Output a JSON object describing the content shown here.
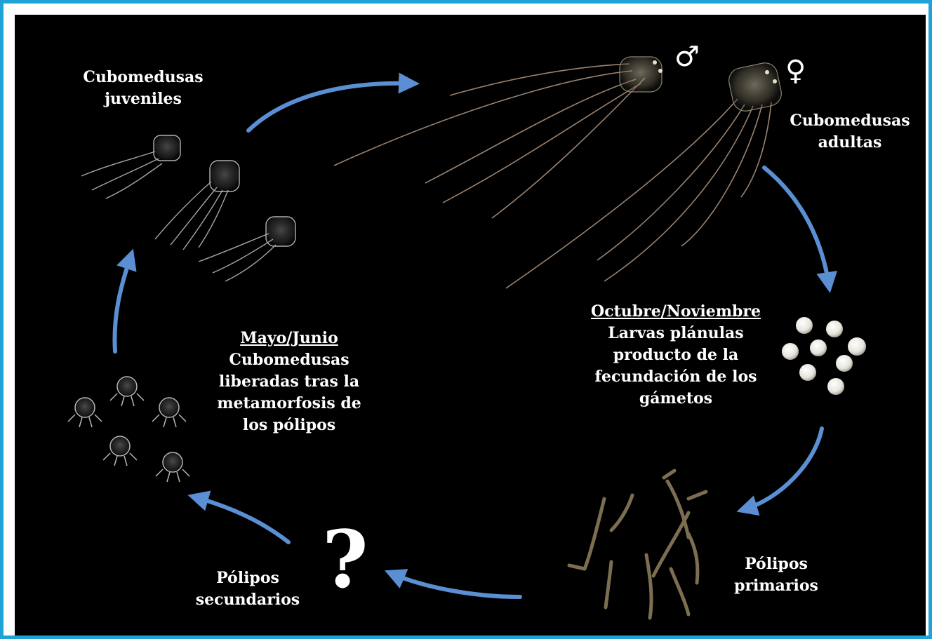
{
  "stages": {
    "juveniles": {
      "lines": [
        "Cubomedusas",
        "juveniles"
      ]
    },
    "adults": {
      "lines": [
        "Cubomedusas",
        "adultas"
      ]
    },
    "planula": {
      "heading": "Octubre/Noviembre",
      "lines": [
        "Larvas plánulas",
        "producto de la",
        "fecundación de los",
        "gámetos"
      ]
    },
    "primary_polyps": {
      "lines": [
        "Pólipos",
        "primarios"
      ]
    },
    "secondary_polyps": {
      "lines": [
        "Pólipos",
        "secundarios"
      ]
    },
    "metamorphosis": {
      "heading": "Mayo/Junio",
      "lines": [
        "Cubomedusas",
        "liberadas tras la",
        "metamorfosis de",
        "los pólipos"
      ]
    }
  },
  "symbols": {
    "male": "♂",
    "female": "♀",
    "unknown": "?"
  },
  "colors": {
    "frame": "#1fa3d6",
    "arrow": "#5b8fd3",
    "background": "#000000",
    "text": "#ffffff"
  }
}
